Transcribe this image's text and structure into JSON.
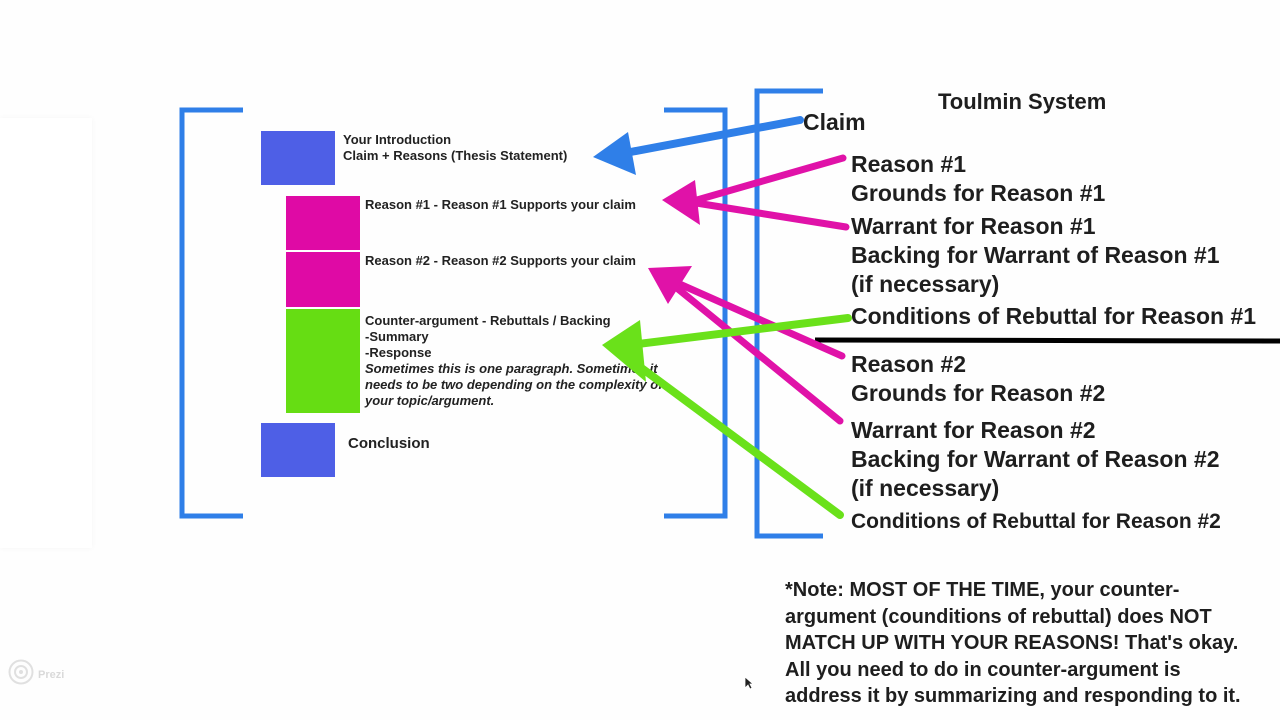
{
  "title": "Toulmin System",
  "colors": {
    "blue_bracket": "#2f7fe8",
    "intro_box": "#4e5fe6",
    "reason_box": "#df0aa5",
    "counter_box": "#66dd13",
    "arrow_blue": "#2f7fe8",
    "arrow_magenta": "#e012a8",
    "arrow_green": "#6ae11a",
    "divider": "#000000"
  },
  "essay": {
    "intro": [
      "Your Introduction",
      "Claim + Reasons (Thesis Statement)"
    ],
    "reason1": "Reason #1 - Reason #1 Supports your claim",
    "reason2": "Reason #2 - Reason #2 Supports your claim",
    "counter": [
      "Counter-argument - Rebuttals / Backing",
      "-Summary",
      "-Response"
    ],
    "counter_note": [
      "Sometimes this is one paragraph. Sometimes it",
      "needs to be two depending on the complexity of",
      "your topic/argument."
    ],
    "conclusion": "Conclusion"
  },
  "toulmin": {
    "claim": "Claim",
    "group1": [
      "Reason #1",
      "Grounds for Reason #1",
      "Warrant for Reason #1",
      "Backing for Warrant of Reason #1",
      "(if necessary)",
      "Conditions of Rebuttal for Reason #1"
    ],
    "group2": [
      "Reason #2",
      "Grounds for Reason #2",
      "Warrant for Reason #2",
      "Backing for Warrant of Reason #2",
      "(if necessary)",
      "Conditions of Rebuttal for Reason #2"
    ]
  },
  "note": [
    "*Note: MOST OF THE TIME, your counter-",
    "argument (counditions of rebuttal) does NOT",
    "MATCH UP WITH YOUR REASONS! That's okay.",
    "All you need to do in counter-argument is",
    "address it by summarizing and responding to it."
  ],
  "watermark": "Prezi",
  "icons": [
    "prezi-logo-icon",
    "cursor-icon"
  ]
}
